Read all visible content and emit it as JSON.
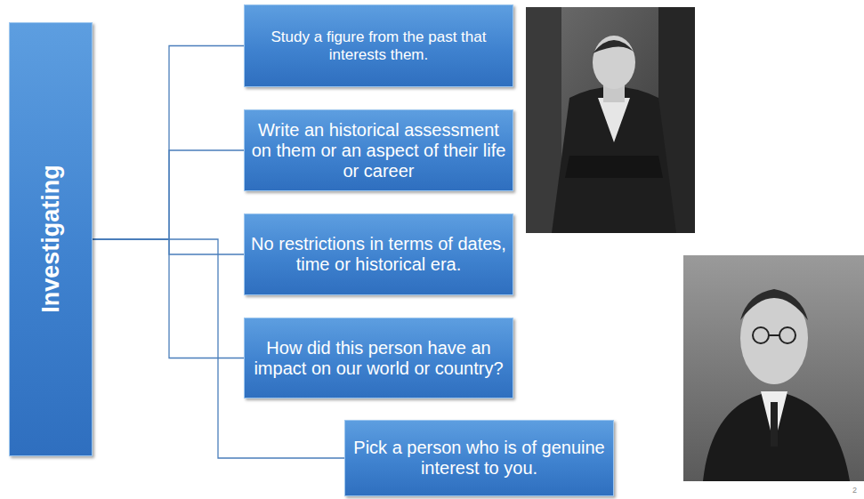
{
  "diagram": {
    "nodes": [
      {
        "text": [
          "Investigating"
        ]
      },
      {
        "text": [
          "Study a figure from the past that interests them."
        ]
      },
      {
        "text": [
          "Write an historical assessment on them or an aspect of their life or career"
        ]
      },
      {
        "text": [
          "No restrictions in terms of dates, time or historical era."
        ]
      },
      {
        "text": [
          "How did this person have an impact on our world or country?"
        ]
      },
      {
        "text": [
          "Pick a person who is of genuine interest to you."
        ]
      }
    ],
    "edges": [
      {
        "from": 0,
        "to": 1,
        "arrow": "none"
      },
      {
        "from": 0,
        "to": 2,
        "arrow": "none"
      },
      {
        "from": 0,
        "to": 3,
        "arrow": "none"
      },
      {
        "from": 0,
        "to": 4,
        "arrow": "none"
      },
      {
        "from": 0,
        "to": 5,
        "arrow": "none"
      }
    ],
    "labels": [
      "2"
    ]
  }
}
